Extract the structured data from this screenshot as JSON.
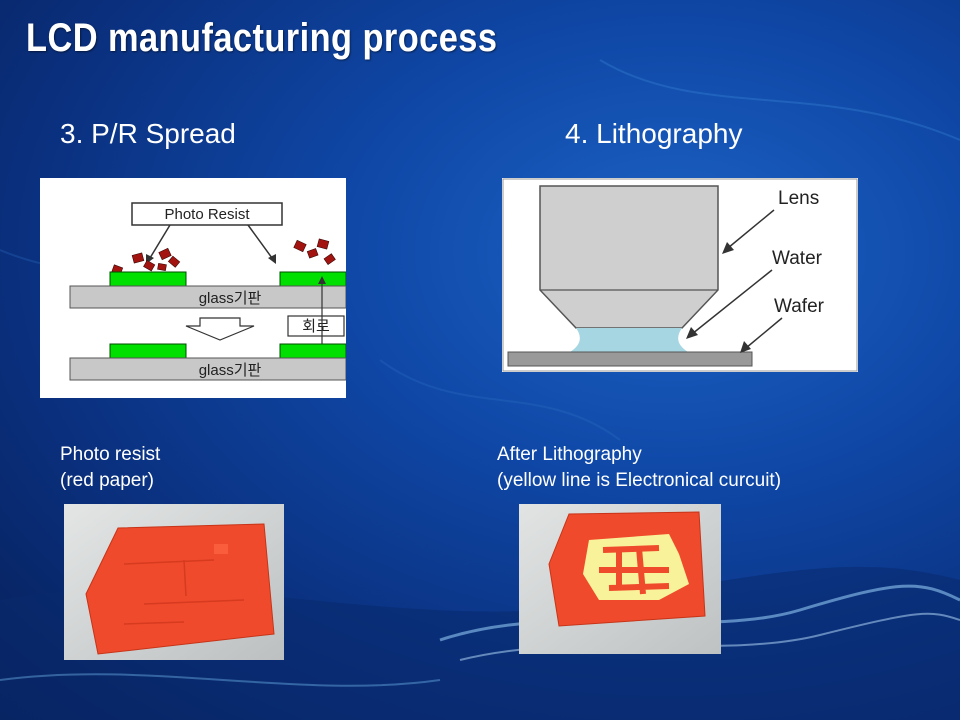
{
  "slide": {
    "title": "LCD manufacturing process"
  },
  "sections": [
    {
      "heading": "3. P/R Spread",
      "diagram": {
        "photo_resist_label": "Photo Resist",
        "glass_label_top": "glass기판",
        "glass_label_bottom": "glass기판",
        "circuit_label": "회로"
      },
      "caption_lines": [
        "Photo resist",
        "(red paper)"
      ]
    },
    {
      "heading": "4. Lithography",
      "diagram": {
        "lens_label": "Lens",
        "water_label": "Water",
        "wafer_label": "Wafer"
      },
      "caption_lines": [
        "After Lithography",
        "(yellow line is Electronical curcuit)"
      ]
    }
  ],
  "colors": {
    "background": "#0f47a6",
    "green_pad": "#00e000",
    "photo_resist": "#a31410",
    "glass": "#c8c8c8",
    "water": "#a7d6e3",
    "red_paper": "#f04a2c",
    "circuit_yellow": "#f8f39a"
  }
}
